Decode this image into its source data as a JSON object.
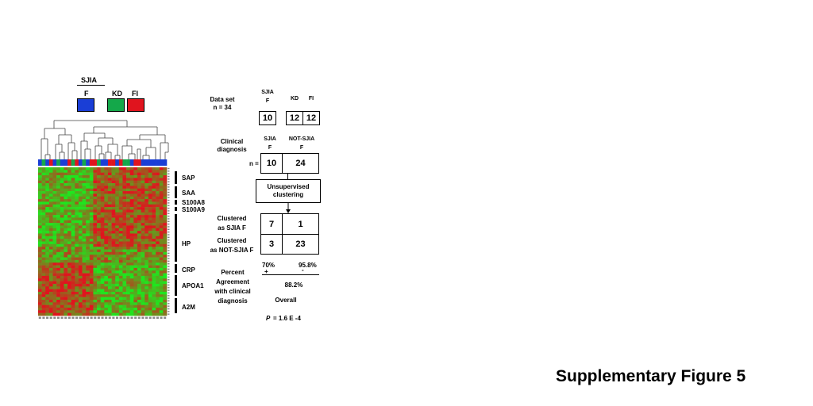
{
  "figure_title": "Supplementary Figure 5",
  "legend": {
    "group_label": "SJIA",
    "items": [
      {
        "label": "F",
        "color": "#1a3ed6"
      },
      {
        "label": "KD",
        "color": "#14a84a"
      },
      {
        "label": "FI",
        "color": "#e0141e"
      }
    ]
  },
  "heatmap": {
    "rows": 56,
    "cols": 35,
    "high_color": "#e0141e",
    "low_color": "#1ee61e",
    "sample_groups": "FKFIFKFFIKIFKFIIKFFIIFIKKFIIFFFFFFF",
    "row_labels": [
      "SAP",
      "SAA",
      "S100A8",
      "S100A9",
      "HP",
      "CRP",
      "APOA1",
      "A2M"
    ]
  },
  "flow": {
    "dataset_label": "Data set",
    "dataset_n": "n = 34",
    "top_headers": {
      "sjia": "SJIA",
      "sjia_sub": "F",
      "kd": "KD",
      "fi": "FI"
    },
    "top_counts": {
      "sjia": "10",
      "kd": "12",
      "fi": "12"
    },
    "clinical_label_1": "Clinical",
    "clinical_label_2": "diagnosis",
    "clinical_headers": {
      "sjia": "SJIA",
      "sjia_sub": "F",
      "not": "NOT-SJIA",
      "not_sub": "F"
    },
    "n_label": "n =",
    "clinical_counts": {
      "sjia": "10",
      "not": "24"
    },
    "unsup_1": "Unsupervised",
    "unsup_2": "clustering",
    "clustered_sjia_1": "Clustered",
    "clustered_sjia_2": "as SJIA F",
    "clustered_not_1": "Clustered",
    "clustered_not_2": "as NOT-SJIA F",
    "matrix": {
      "a": "7",
      "b": "1",
      "c": "3",
      "d": "23"
    },
    "pct_left": "70%",
    "pct_left_sign": "+",
    "pct_right": "95.8%",
    "pct_right_sign": "-",
    "overall_pct": "88.2%",
    "overall_label": "Overall",
    "agreement_lines": [
      "Percent",
      "Agreement",
      "with clinical",
      "diagnosis"
    ],
    "p_symbol": "P",
    "p_value": "= 1.6 E  -4"
  }
}
